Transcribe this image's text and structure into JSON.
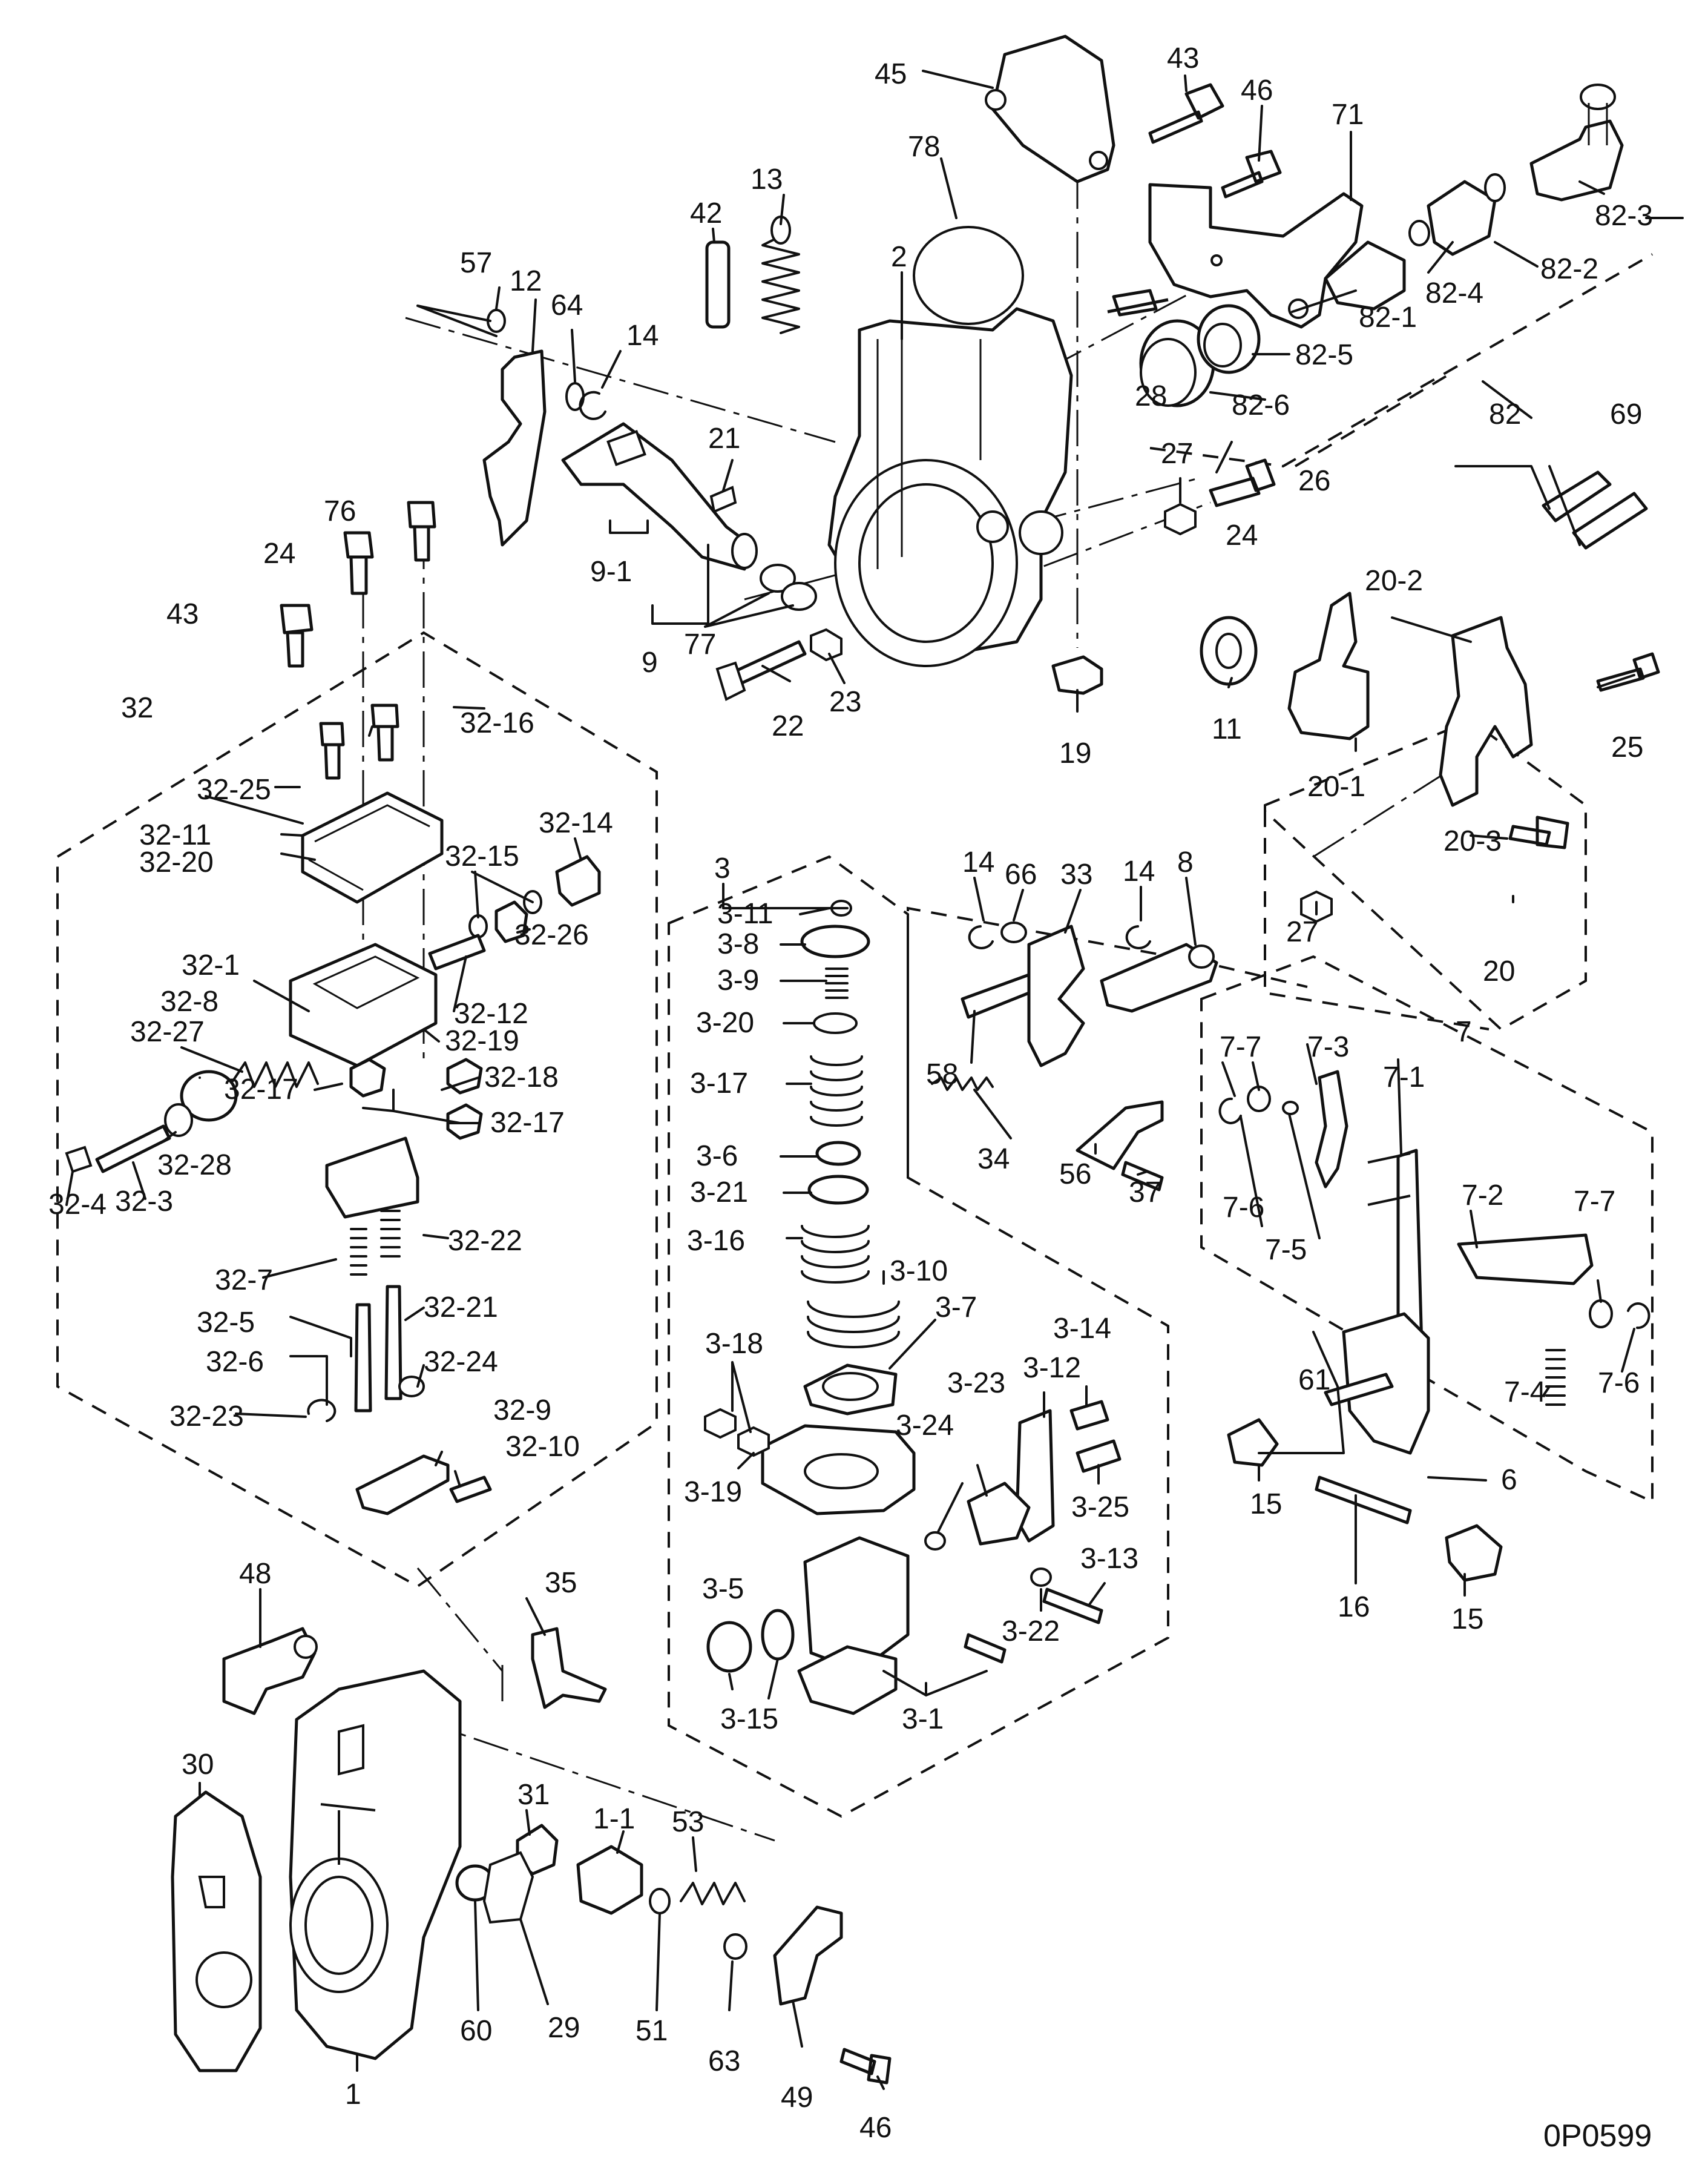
{
  "diagram_code": "0P0599",
  "labels": {
    "l1": "1",
    "l1_1": "1-1",
    "l2": "2",
    "l3": "3",
    "l3_1": "3-1",
    "l3_5": "3-5",
    "l3_6": "3-6",
    "l3_7": "3-7",
    "l3_8": "3-8",
    "l3_9": "3-9",
    "l3_10": "3-10",
    "l3_11": "3-11",
    "l3_12": "3-12",
    "l3_13": "3-13",
    "l3_14": "3-14",
    "l3_15": "3-15",
    "l3_16": "3-16",
    "l3_17": "3-17",
    "l3_18": "3-18",
    "l3_19": "3-19",
    "l3_20": "3-20",
    "l3_21": "3-21",
    "l3_22": "3-22",
    "l3_23": "3-23",
    "l3_24": "3-24",
    "l3_25": "3-25",
    "l6": "6",
    "l7": "7",
    "l7_1": "7-1",
    "l7_2": "7-2",
    "l7_3": "7-3",
    "l7_4": "7-4",
    "l7_5": "7-5",
    "l7_6a": "7-6",
    "l7_6b": "7-6",
    "l7_7a": "7-7",
    "l7_7b": "7-7",
    "l8": "8",
    "l9": "9",
    "l9_1": "9-1",
    "l11": "11",
    "l12": "12",
    "l13": "13",
    "l14a": "14",
    "l14b": "14",
    "l14c": "14",
    "l15a": "15",
    "l15b": "15",
    "l16": "16",
    "l19": "19",
    "l20": "20",
    "l20_1": "20-1",
    "l20_2": "20-2",
    "l20_3": "20-3",
    "l21": "21",
    "l22": "22",
    "l23": "23",
    "l24a": "24",
    "l24b": "24",
    "l25": "25",
    "l26": "26",
    "l27a": "27",
    "l27b": "27",
    "l28": "28",
    "l29": "29",
    "l30": "30",
    "l31": "31",
    "l32": "32",
    "l32_1": "32-1",
    "l32_3": "32-3",
    "l32_4": "32-4",
    "l32_5": "32-5",
    "l32_6": "32-6",
    "l32_7": "32-7",
    "l32_8": "32-8",
    "l32_9": "32-9",
    "l32_10": "32-10",
    "l32_11": "32-11",
    "l32_12": "32-12",
    "l32_14": "32-14",
    "l32_15": "32-15",
    "l32_16": "32-16",
    "l32_17a": "32-17",
    "l32_17b": "32-17",
    "l32_18": "32-18",
    "l32_19": "32-19",
    "l32_20": "32-20",
    "l32_21": "32-21",
    "l32_22": "32-22",
    "l32_23": "32-23",
    "l32_24": "32-24",
    "l32_25": "32-25",
    "l32_26": "32-26",
    "l32_27": "32-27",
    "l32_28": "32-28",
    "l33": "33",
    "l34": "34",
    "l35": "35",
    "l37": "37",
    "l42": "42",
    "l43a": "43",
    "l43b": "43",
    "l45": "45",
    "l46a": "46",
    "l46b": "46",
    "l48": "48",
    "l49": "49",
    "l51": "51",
    "l53": "53",
    "l56": "56",
    "l57": "57",
    "l58": "58",
    "l60": "60",
    "l61": "61",
    "l63": "63",
    "l64": "64",
    "l66": "66",
    "l69": "69",
    "l71": "71",
    "l76": "76",
    "l77": "77",
    "l78": "78",
    "l82": "82",
    "l82_1": "82-1",
    "l82_2": "82-2",
    "l82_3": "82-3",
    "l82_4": "82-4",
    "l82_5": "82-5",
    "l82_6": "82-6"
  }
}
